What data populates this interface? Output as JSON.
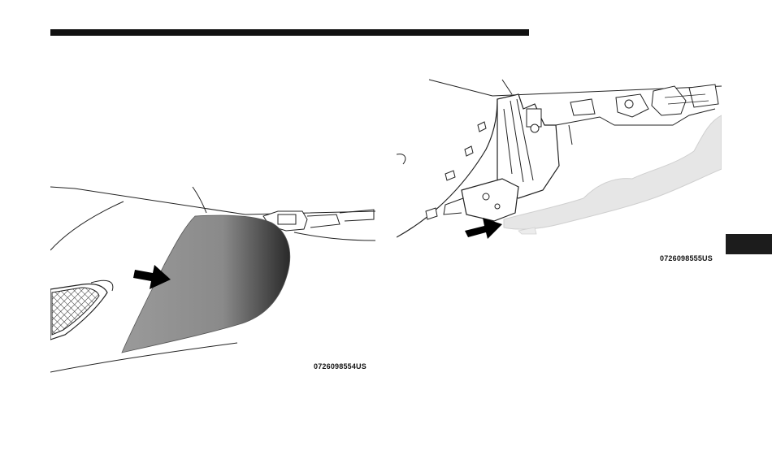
{
  "page": {
    "colors": {
      "rule": "#111111",
      "tab": "#1c1c1c",
      "shade": "#8a8a8a"
    }
  },
  "figures": [
    {
      "id": "left",
      "code": "0726098554US",
      "description_icon": "arrow-right-icon"
    },
    {
      "id": "right",
      "code": "0726098555US",
      "description_icon": "arrow-right-icon"
    }
  ]
}
